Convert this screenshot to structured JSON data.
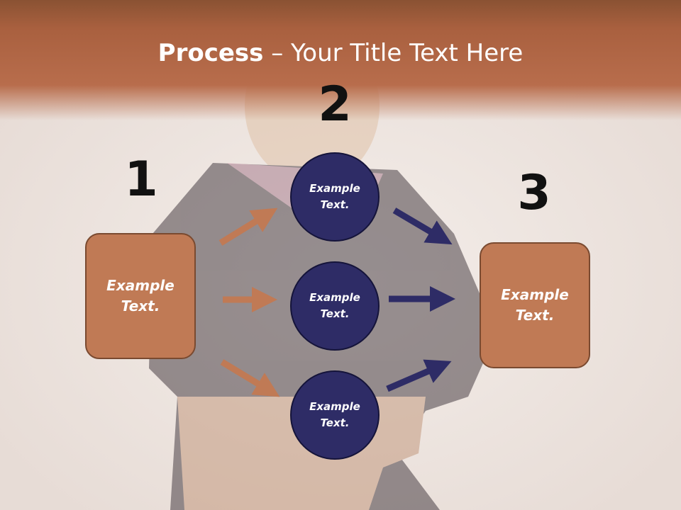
{
  "title": {
    "bold": "Process",
    "dash": " – ",
    "rest": "Your Title Text Here"
  },
  "numbers": [
    "1",
    "2",
    "3"
  ],
  "start_box": {
    "line1": "Example",
    "line2": "Text."
  },
  "middle": [
    {
      "line1": "Example",
      "line2": "Text."
    },
    {
      "line1": "Example",
      "line2": "Text."
    },
    {
      "line1": "Example",
      "line2": "Text."
    }
  ],
  "end_box": {
    "line1": "Example",
    "line2": "Text."
  },
  "colors": {
    "header": "#b86d4c",
    "box": "#c07a55",
    "circle": "#2e2c66",
    "arrow_left": "#c07a55",
    "arrow_right": "#2e2c66"
  }
}
